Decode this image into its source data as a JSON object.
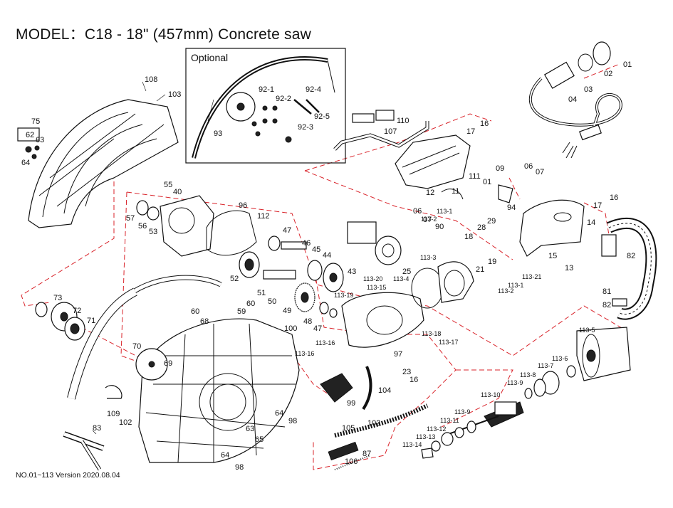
{
  "title": "MODEL：C18 - 18\" (457mm) Concrete saw",
  "version": "NO.01~113  Version 2020.08.04",
  "optional_label": "Optional",
  "labels": [
    "01",
    "02",
    "03",
    "04",
    "06",
    "07",
    "06",
    "07",
    "09",
    "01",
    "11",
    "12",
    "13",
    "14",
    "15",
    "16",
    "17",
    "16",
    "17",
    "18",
    "19",
    "21",
    "23",
    "16",
    "25",
    "28",
    "29",
    "40",
    "43",
    "44",
    "45",
    "46",
    "47",
    "47",
    "48",
    "49",
    "50",
    "51",
    "52",
    "53",
    "55",
    "56",
    "57",
    "59",
    "60",
    "60",
    "62",
    "63",
    "63",
    "64",
    "64",
    "64",
    "65",
    "68",
    "69",
    "70",
    "71",
    "72",
    "73",
    "75",
    "81",
    "82",
    "82",
    "83",
    "87",
    "90",
    "93",
    "92-1",
    "92-2",
    "92-3",
    "92-4",
    "92-5",
    "94",
    "96",
    "97",
    "98",
    "98",
    "99",
    "100",
    "102",
    "102",
    "103",
    "104",
    "105",
    "106",
    "107",
    "108",
    "109",
    "110",
    "111",
    "112",
    "113-1",
    "113-1",
    "113-2",
    "113-2",
    "113-3",
    "113-4",
    "113-5",
    "113-6",
    "113-7",
    "113-8",
    "113-9",
    "113-9",
    "113-10",
    "113-11",
    "113-12",
    "113-13",
    "113-14",
    "113-15",
    "113-16",
    "113-16",
    "113-17",
    "113-18",
    "113-19",
    "113-20",
    "113-21"
  ]
}
